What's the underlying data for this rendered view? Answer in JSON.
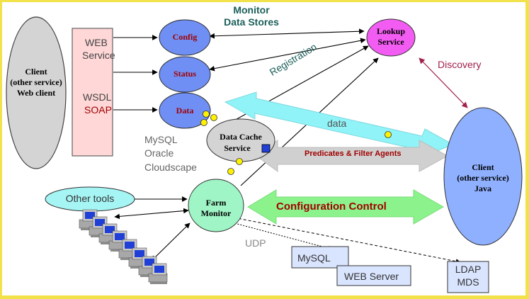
{
  "title": {
    "line1": "Monitor",
    "line2": "Data Stores"
  },
  "client_left": {
    "line1": "Client",
    "line2": "(other service)",
    "line3": "Web client"
  },
  "service_box": {
    "web": "WEB",
    "service": "Service",
    "wsdl": "WSDL",
    "soap": "SOAP"
  },
  "stores": {
    "config": "Config",
    "status": "Status",
    "data": "Data"
  },
  "db_list": {
    "line1": "MySQL",
    "line2": "Oracle",
    "line3": "Cloudscape"
  },
  "lookup": {
    "line1": "Lookup",
    "line2": "Service"
  },
  "discovery": "Discovery",
  "registration": "Registration",
  "data_arrow": "data",
  "cache": {
    "line1": "Data Cache",
    "line2": "Service"
  },
  "predicates": "Predicates & Filter Agents",
  "client_right": {
    "line1": "Client",
    "line2": "(other service)",
    "line3": "Java"
  },
  "other_tools": "Other tools",
  "farm": {
    "line1": "Farm",
    "line2": "Monitor"
  },
  "config_control": "Configuration Control",
  "udp": "UDP",
  "mysql_box": "MySQL",
  "web_server_box": "WEB Server",
  "ldap": {
    "line1": "LDAP",
    "line2": "MDS"
  },
  "colors": {
    "client_left_fill": "#d4d4d4",
    "store_fill": "#6f8ff5",
    "lookup_fill": "#f25cf2",
    "client_right_fill": "#8fb0ff",
    "farm_fill": "#9ff5c6",
    "other_tools_fill": "#a6f5f5",
    "service_box_fill": "#ffd7d7",
    "data_arrow": "#8ff3f7",
    "predicates_arrow": "#d0d0d0",
    "config_arrow": "#8cf28c",
    "title": "#1b5f59",
    "dark_red_text": "#a10000"
  }
}
